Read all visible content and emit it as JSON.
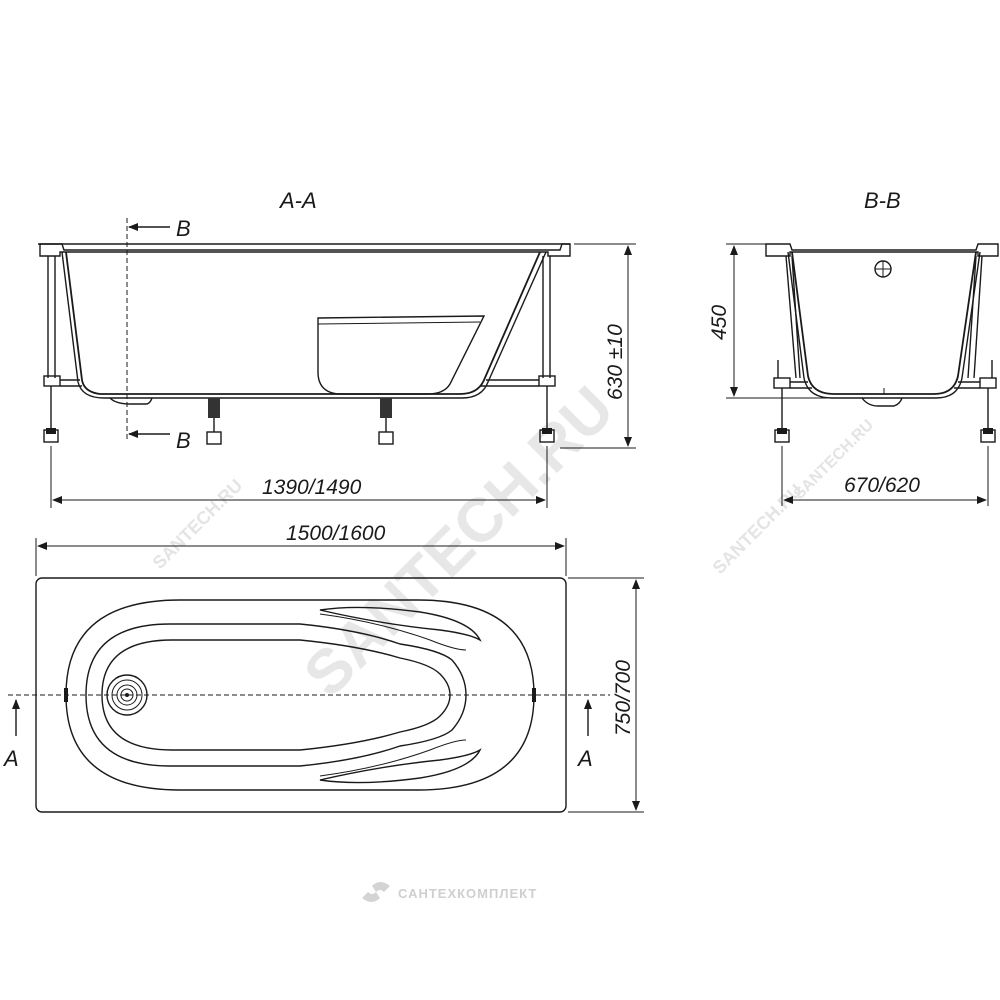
{
  "sections": {
    "aa_label": "A-A",
    "bb_label": "B-B",
    "cut_b_top": "B",
    "cut_b_bottom": "B",
    "cut_a_left": "A",
    "cut_a_right": "A"
  },
  "dimensions": {
    "height_side": "630 ±10",
    "length_legs": "1390/1490",
    "depth_end": "450",
    "width_legs": "670/620",
    "length_total": "1500/1600",
    "width_total": "750/700"
  },
  "watermarks": {
    "main": "SANTECH.RU",
    "small_1": "SANTECH.RU",
    "small_2": "SANTECH.RU",
    "footer": "САНТЕХКОМПЛЕКТ"
  },
  "icons": {
    "footer_logo": "santehkomplekt-logo-icon"
  }
}
